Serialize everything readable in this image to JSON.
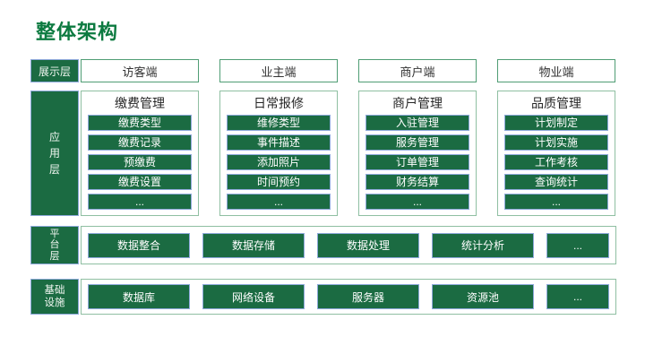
{
  "title": "整体架构",
  "colors": {
    "title_green": "#0c7a40",
    "block_fill_green": "#1b6b42",
    "block_border_blue": "#8ea9db",
    "client_box_border_green": "#4f9d74",
    "container_border_green": "#8fbfa2",
    "text_dark": "#333333",
    "text_white": "#ffffff"
  },
  "layers": [
    {
      "id": "display",
      "label": "展示层",
      "items": [
        "访客端",
        "业主端",
        "商户端",
        "物业端"
      ]
    },
    {
      "id": "application",
      "label": "应用层",
      "columns": [
        {
          "header": "缴费管理",
          "items": [
            "缴费类型",
            "缴费记录",
            "预缴费",
            "缴费设置",
            "..."
          ]
        },
        {
          "header": "日常报修",
          "items": [
            "维修类型",
            "事件描述",
            "添加照片",
            "时间预约",
            "..."
          ]
        },
        {
          "header": "商户管理",
          "items": [
            "入驻管理",
            "服务管理",
            "订单管理",
            "财务结算",
            "..."
          ]
        },
        {
          "header": "品质管理",
          "items": [
            "计划制定",
            "计划实施",
            "工作考核",
            "查询统计",
            "..."
          ]
        }
      ]
    },
    {
      "id": "platform",
      "label": "平台层",
      "items": [
        "数据整合",
        "数据存储",
        "数据处理",
        "统计分析",
        "..."
      ]
    },
    {
      "id": "infrastructure",
      "label": "基础设施",
      "items": [
        "数据库",
        "网络设备",
        "服务器",
        "资源池",
        "..."
      ]
    }
  ]
}
